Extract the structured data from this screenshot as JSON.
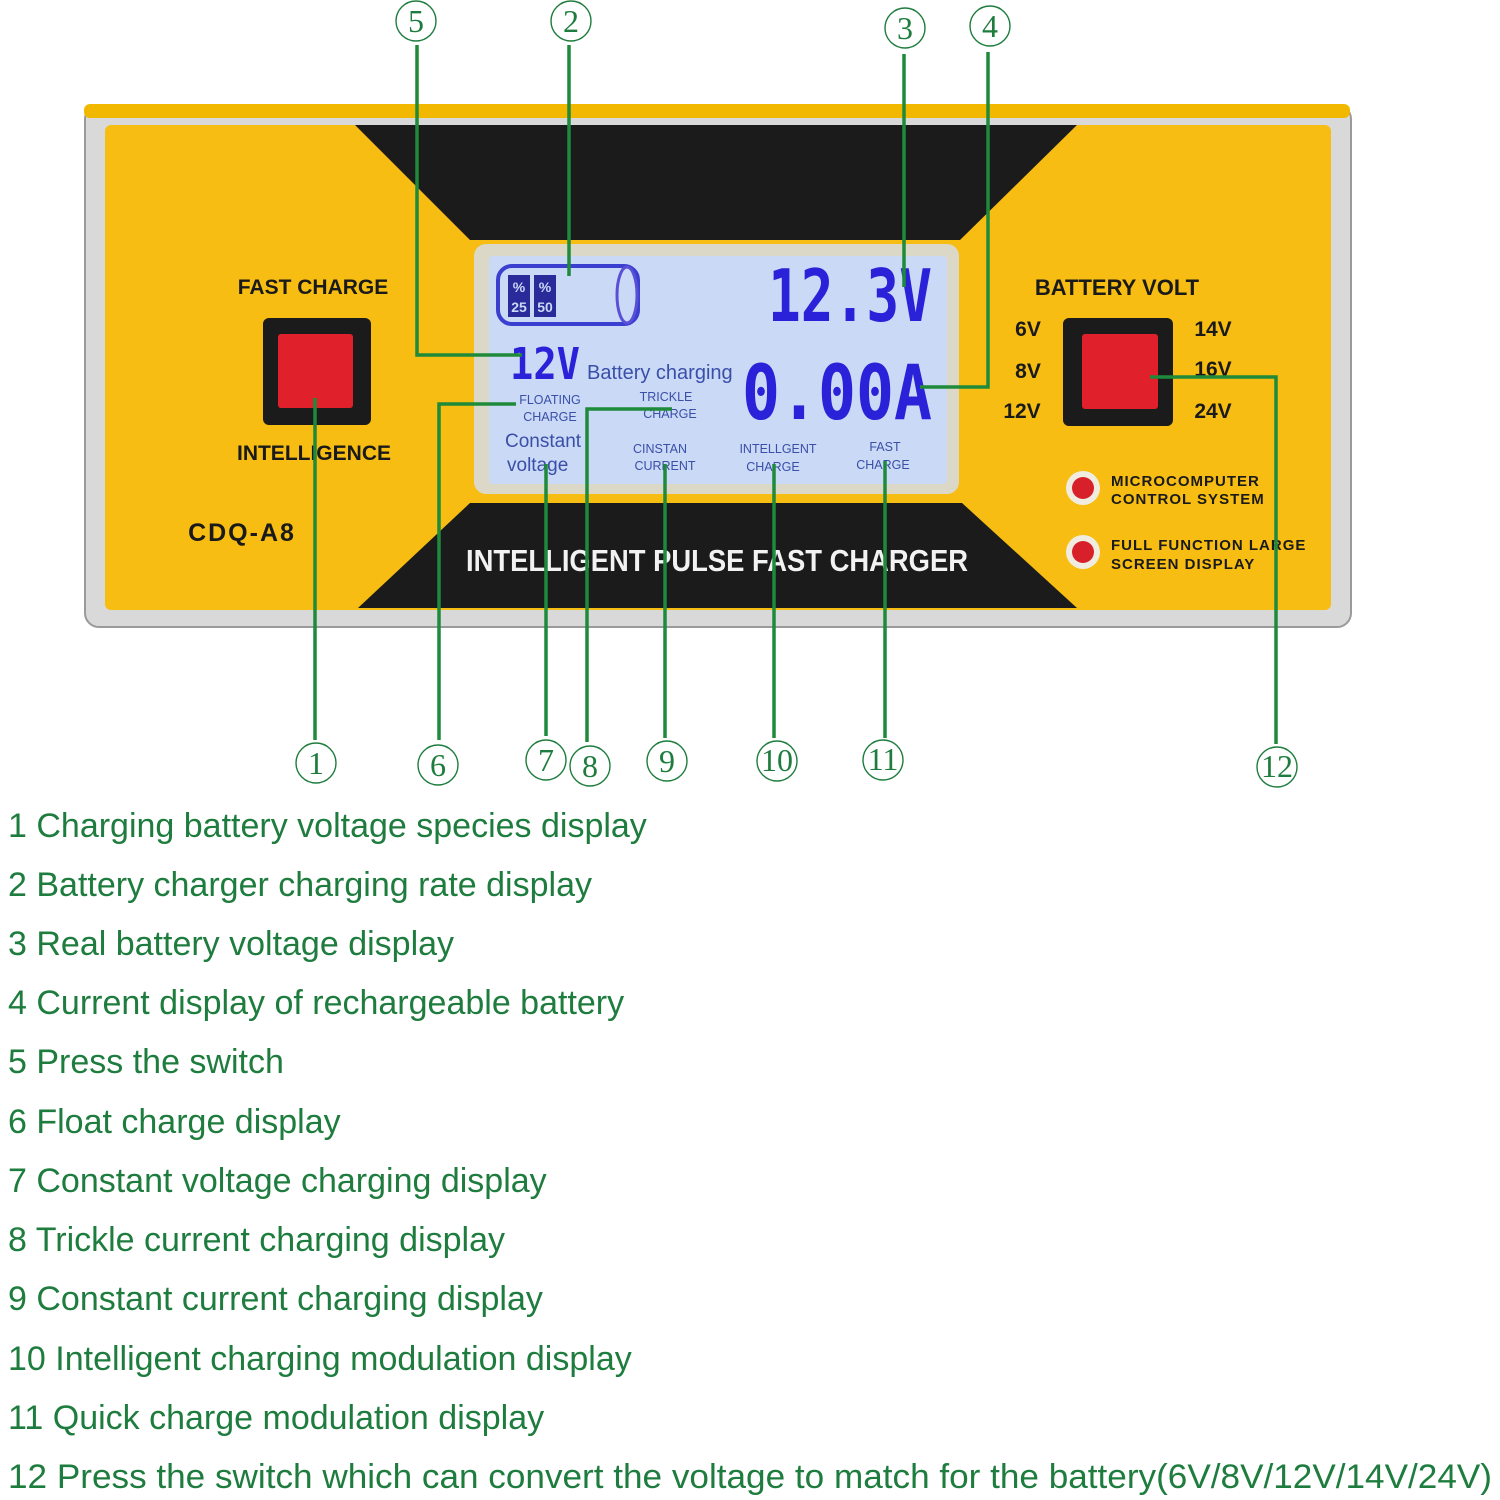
{
  "device": {
    "left_top_label": "FAST CHARGE",
    "left_bottom_label": "INTELLIGENCE",
    "model": "CDQ-A8",
    "right_title": "BATTERY VOLT",
    "volt_options_left": [
      "6V",
      "8V",
      "12V"
    ],
    "volt_options_right": [
      "14V",
      "16V",
      "24V"
    ],
    "indicator_1": [
      "MICROCOMPUTER",
      "CONTROL  SYSTEM"
    ],
    "indicator_2": [
      "FULL  FUNCTION LARGE",
      "SCREEN DISPLAY"
    ],
    "banner": "INTELLIGENT PULSE FAST CHARGER",
    "colors": {
      "body": "#f7bd12",
      "panel": "#1b1b1b",
      "button": "#e0202a",
      "lcd": "#c9d9f6",
      "segment": "#2a22d8",
      "leader": "#1e8a3a"
    }
  },
  "lcd": {
    "battery_levels": [
      {
        "pct": "%",
        "val": "25"
      },
      {
        "pct": "%",
        "val": "50"
      }
    ],
    "voltage": "12.3V",
    "current": "0.00A",
    "battery_type": "12V",
    "status": "Battery charging",
    "floating": [
      "FLOATING",
      "CHARGE"
    ],
    "trickle": [
      "TRICKLE",
      "CHARGE"
    ],
    "constant_voltage": [
      "Constant",
      "voltage"
    ],
    "constant_current": [
      "CINSTAN",
      "CURRENT"
    ],
    "intelligent": [
      "INTELLGENT",
      "CHARGE"
    ],
    "fast": [
      "FAST",
      "CHARGE"
    ]
  },
  "callouts": {
    "c1": "1",
    "c2": "2",
    "c3": "3",
    "c4": "4",
    "c5": "5",
    "c6": "6",
    "c7": "7",
    "c8": "8",
    "c9": "9",
    "c10": "10",
    "c11": "11",
    "c12": "12"
  },
  "legend": [
    "1 Charging battery voltage species display",
    "2 Battery charger charging rate display",
    "3 Real battery voltage display",
    "4 Current display of rechargeable battery",
    "5 Press the switch",
    "6 Float charge display",
    "7 Constant voltage charging display",
    "8 Trickle current charging display",
    "9 Constant current charging display",
    "10 Intelligent charging modulation display",
    "11 Quick charge modulation display",
    "12 Press the switch which can convert the voltage to match for the battery(6V/8V/12V/14V/24V)"
  ]
}
